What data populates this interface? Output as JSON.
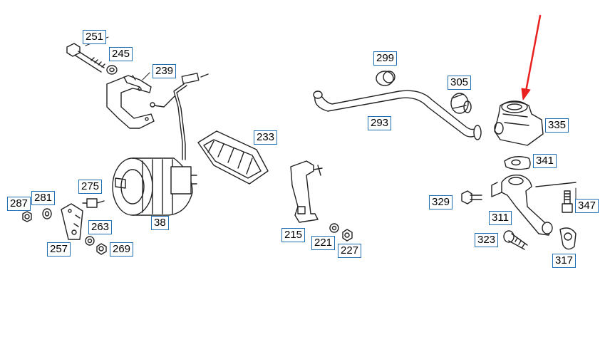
{
  "diagram": {
    "callouts": {
      "c251": "251",
      "c245": "245",
      "c239": "239",
      "c233": "233",
      "c275": "275",
      "c287": "287",
      "c281": "281",
      "c263": "263",
      "c257": "257",
      "c269": "269",
      "c38": "38",
      "c299": "299",
      "c305": "305",
      "c293": "293",
      "c215": "215",
      "c221": "221",
      "c227": "227",
      "c335": "335",
      "c341": "341",
      "c329": "329",
      "c347": "347",
      "c311": "311",
      "c323": "323",
      "c317": "317"
    },
    "highlight_part": "335",
    "colors": {
      "callout_border": "#1f6fb2",
      "line_art": "#222222",
      "arrow": "#e8201f"
    }
  }
}
